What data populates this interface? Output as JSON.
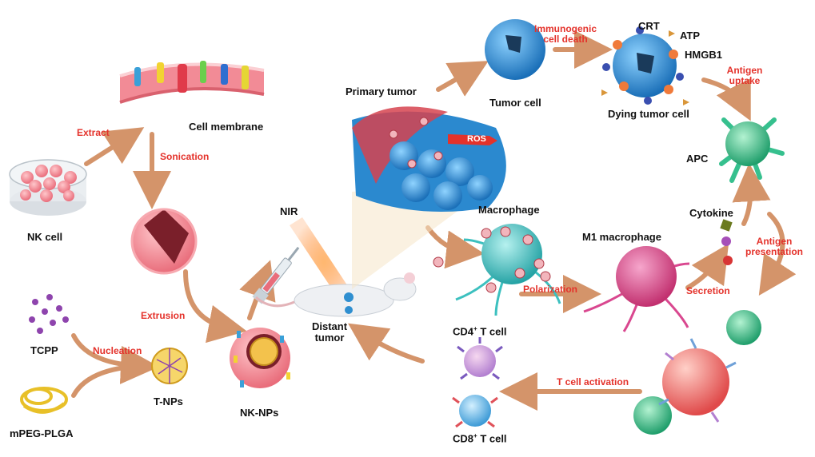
{
  "labels": {
    "nk_cell": "NK cell",
    "extract": "Extract",
    "cell_membrane": "Cell membrane",
    "sonication": "Sonication",
    "extrusion": "Extrusion",
    "tcpp": "TCPP",
    "nucleation": "Nucleation",
    "t_nps": "T-NPs",
    "mpeg_plga": "mPEG-PLGA",
    "nk_nps": "NK-NPs",
    "nir": "NIR",
    "distant_tumor_1": "Distant",
    "distant_tumor_2": "tumor",
    "primary_tumor": "Primary tumor",
    "ros": "ROS",
    "tumor_cell": "Tumor cell",
    "immunogenic_1": "Immunogenic",
    "immunogenic_2": "cell death",
    "crt": "CRT",
    "atp": "ATP",
    "hmgb1": "HMGB1",
    "dying_tumor_cell": "Dying tumor cell",
    "antigen_uptake_1": "Antigen",
    "antigen_uptake_2": "uptake",
    "apc": "APC",
    "macrophage": "Macrophage",
    "m1_macrophage": "M1 macrophage",
    "cytokine": "Cytokine",
    "antigen_presentation_1": "Antigen",
    "antigen_presentation_2": "presentation",
    "polarization": "Polarization",
    "secretion": "Secretion",
    "cd4_prefix": "CD4",
    "cd4_suffix": "T cell",
    "cd8_prefix": "CD8",
    "cd8_suffix": "T cell",
    "plus": "+",
    "t_cell_activation": "T cell activation"
  },
  "colors": {
    "arrow": "#d4946a",
    "red_label": "#e4322b",
    "membrane_pink": "#f08a94",
    "tumor_blue": "#2f8fd0",
    "macrophage_teal": "#3cc0bf",
    "m1_magenta": "#d9478f",
    "apc_green": "#36c08e",
    "tcpp_purple": "#8e44ad",
    "tnp_gold": "#e2b53a"
  }
}
